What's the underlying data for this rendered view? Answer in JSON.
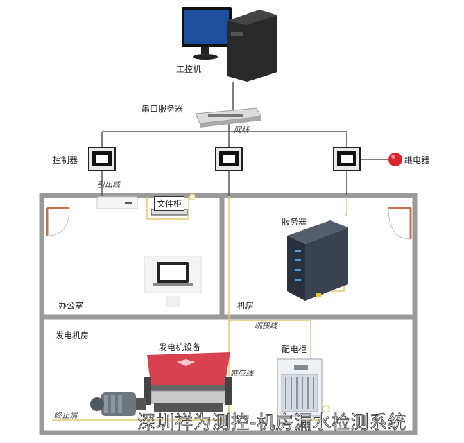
{
  "nodes": {
    "workstation": "工控机",
    "serial_server": "串口服务器",
    "controller": "控制器",
    "relay": "继电器",
    "file_cabinet": "文件柜",
    "server": "服务器",
    "office": "办公室",
    "machine_room": "机房",
    "generator_room": "发电机房",
    "generator_equipment": "发电机设备",
    "power_cabinet": "配电柜"
  },
  "edges": {
    "network_cable": "网线",
    "lead_wire": "引出线",
    "jumper_wire": "跳接线",
    "sensing_wire": "感应线",
    "terminal": "终止端"
  },
  "watermark": "深圳祥为测控-机房漏水检测系统",
  "colors": {
    "wall": "#9a9a9a",
    "sensing_line": "#e6c86a",
    "monitor_screen": "#1e4f9c",
    "rack_body": "#3a4150",
    "rack_led": "#4a9ee8",
    "generator_red": "#d8414f",
    "relay_red": "#d9252b",
    "door": "#c8704d"
  }
}
